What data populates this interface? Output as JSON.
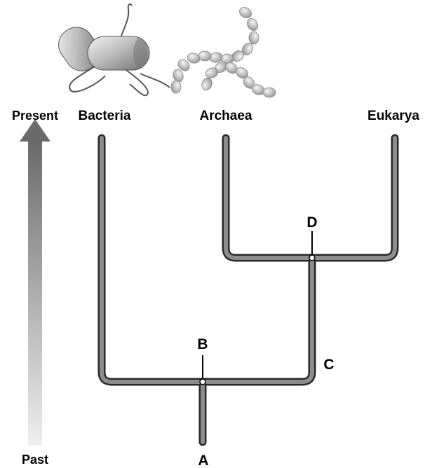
{
  "time_axis": {
    "top_label": "Present",
    "bottom_label": "Past"
  },
  "taxa": {
    "bacteria": "Bacteria",
    "archaea": "Archaea",
    "eukarya": "Eukarya"
  },
  "nodes": {
    "a": "A",
    "b": "B",
    "c": "C",
    "d": "D"
  },
  "colors": {
    "branch_fill": "#8c8c8c",
    "branch_outline": "#2a2a2a",
    "arrow_dark": "#6e6e6e",
    "arrow_light": "#ededed"
  },
  "icons": {
    "bacteria": "rod-shaped-bacterium-icon",
    "archaea": "bead-chain-archaea-icon"
  }
}
